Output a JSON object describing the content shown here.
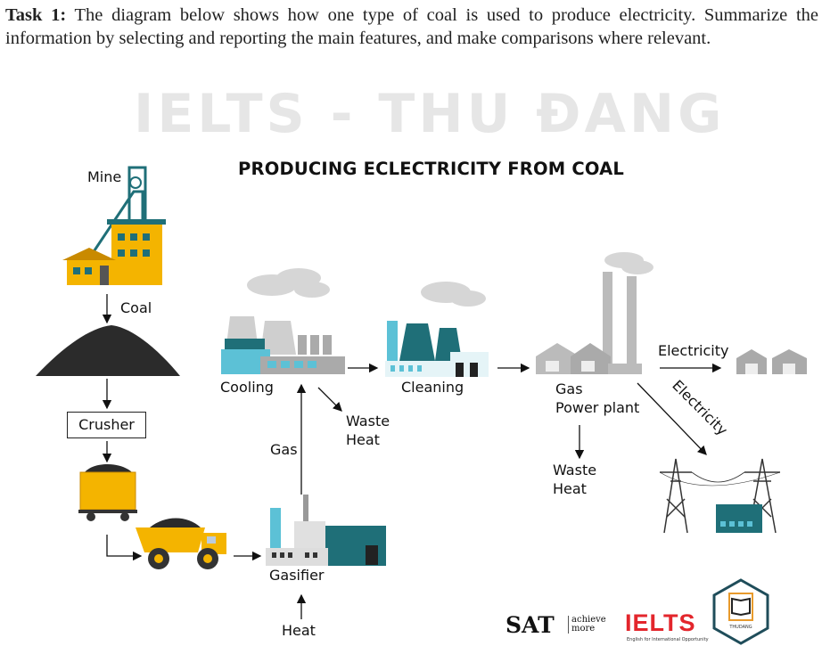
{
  "task": {
    "prefix": "Task 1:",
    "text": " The diagram below shows how one type of coal is used to produce electricity. Summarize the information by selecting and reporting the main features, and make comparisons where relevant."
  },
  "diagram": {
    "title": "PRODUCING ECLECTRICITY FROM COAL",
    "labels": {
      "mine": "Mine",
      "coal": "Coal",
      "crusher": "Crusher",
      "cooling": "Cooling",
      "cleaning": "Cleaning",
      "gas_power_1": "Gas",
      "gas_power_2": "Power plant",
      "electricity": "Electricity",
      "electricity_diag": "Electricity",
      "waste_heat_1a": "Waste",
      "waste_heat_1b": "Heat",
      "waste_heat_2a": "Waste",
      "waste_heat_2b": "Heat",
      "gas": "Gas",
      "gasifier": "Gasifier",
      "heat": "Heat"
    },
    "colors": {
      "teal": "#1f6f78",
      "light_teal": "#5cc1d6",
      "yellow": "#f4b400",
      "grey": "#9a9a9a",
      "coal": "#2b2b2b"
    }
  },
  "watermark": "IELTS - THU ĐANG",
  "logos": {
    "sat": "SAT",
    "sat_tag_1": "achieve",
    "sat_tag_2": "more",
    "ielts": "IELTS",
    "ielts_sub": "English for International Opportunity",
    "thudang": "THUDANG"
  }
}
